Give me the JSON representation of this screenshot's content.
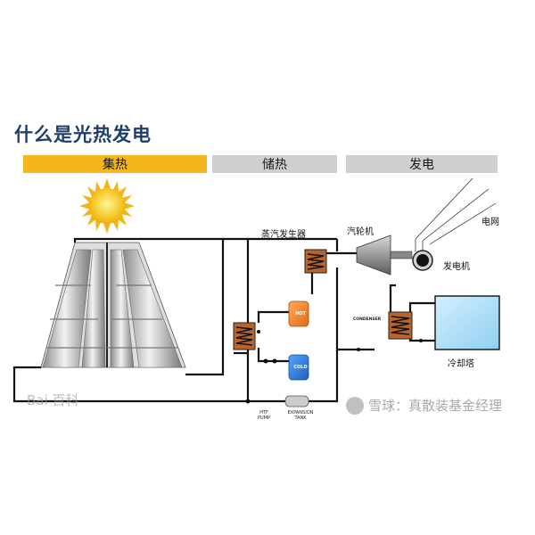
{
  "title": "什么是光热发电",
  "stages": {
    "collect": "集热",
    "storage": "储热",
    "power": "发电"
  },
  "components": {
    "steam_generator": "蒸汽发生器",
    "turbine": "汽轮机",
    "grid": "电网",
    "generator": "发电机",
    "cooling_tower": "冷却塔",
    "condenser": "CONDENSER",
    "hot_tank": "HOT",
    "cold_tank": "COLD",
    "htf_pump": "HTF PUMP",
    "expansion_tank": "EXPANSION TANK"
  },
  "watermarks": {
    "left": "Bai 百科",
    "right": "雪球：真散装基金经理"
  },
  "colors": {
    "title": "#1f3f6a",
    "stage_active": "#f6b51c",
    "stage_inactive": "#cfcfcf",
    "sun": "#f7c21c",
    "hot_tank": "#f07d1c",
    "cold_tank": "#2b78d4",
    "heat_exchanger": "#b8642a",
    "cooling_tower": "#a8dcf5",
    "pipe": "#111111"
  }
}
